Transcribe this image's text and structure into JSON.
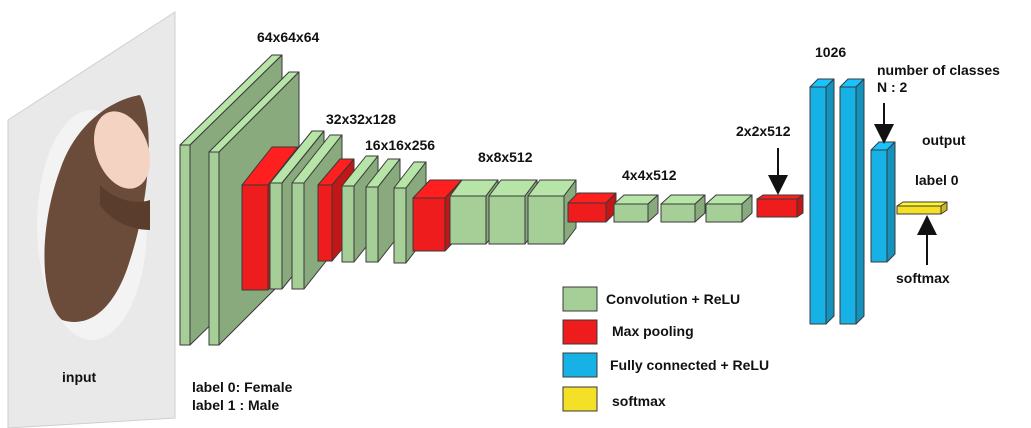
{
  "labels": {
    "input": "input",
    "block1": "64x64x64",
    "block2": "32x32x128",
    "block3": "16x16x256",
    "block4": "8x8x512",
    "block5": "4x4x512",
    "pool_out": "2x2x512",
    "fc": "1026",
    "classes_line1": "number of classes",
    "classes_line2": "N : 2",
    "output": "output",
    "output_label": "label  0",
    "softmax": "softmax",
    "class0": "label  0:  Female",
    "class1": "label  1 : Male"
  },
  "legend": {
    "conv": "Convolution + ReLU",
    "pool": "Max pooling",
    "fc": "Fully connected + ReLU",
    "softmax": "softmax"
  },
  "colors": {
    "conv": "#a6cf98",
    "pool": "#ee1c1c",
    "fc": "#16b2e6",
    "softmax": "#f4e027",
    "outline": "#3a3a3a"
  }
}
